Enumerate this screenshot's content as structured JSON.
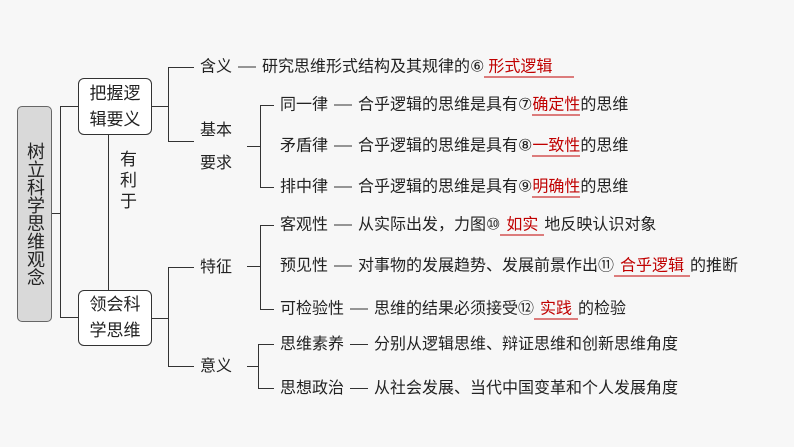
{
  "root": "树立科学思维观念",
  "box1": "把握逻辑要义",
  "box2": "领会科学思维",
  "link": "有利于",
  "meaning": {
    "label": "含义",
    "text": "研究思维形式结构及其规律的⑥",
    "answer": "形式逻辑"
  },
  "basic": {
    "label1": "基本",
    "label2": "要求",
    "items": [
      {
        "label": "同一律",
        "text": "合乎逻辑的思维是具有⑦",
        "answer": "确定性",
        "suffix": "的思维"
      },
      {
        "label": "矛盾律",
        "text": "合乎逻辑的思维是具有⑧",
        "answer": "一致性",
        "suffix": "的思维"
      },
      {
        "label": "排中律",
        "text": "合乎逻辑的思维是具有⑨",
        "answer": "明确性",
        "suffix": "的思维"
      }
    ]
  },
  "features": {
    "label": "特征",
    "items": [
      {
        "label": "客观性",
        "text": "从实际出发，力图⑩",
        "answer": "如实",
        "suffix": "地反映认识对象"
      },
      {
        "label": "预见性",
        "text": "对事物的发展趋势、发展前景作出⑪",
        "answer": "合乎逻辑",
        "suffix": "的推断"
      },
      {
        "label": "可检验性",
        "text": "思维的结果必须接受⑫",
        "answer": "实践",
        "suffix": "的检验"
      }
    ]
  },
  "significance": {
    "label": "意义",
    "items": [
      {
        "label": "思维素养",
        "text": "分别从逻辑思维、辩证思维和创新思维角度"
      },
      {
        "label": "思想政治",
        "text": "从社会发展、当代中国变革和个人发展角度"
      }
    ]
  }
}
